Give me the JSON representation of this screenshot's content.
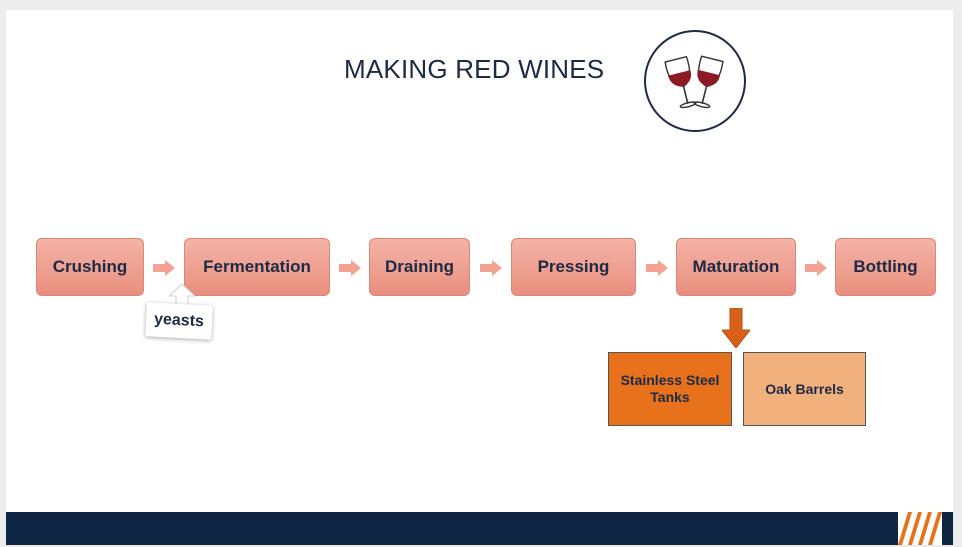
{
  "title": "MAKING RED WINES",
  "steps": [
    {
      "label": "Crushing"
    },
    {
      "label": "Fermentation"
    },
    {
      "label": "Draining"
    },
    {
      "label": "Pressing"
    },
    {
      "label": "Maturation"
    },
    {
      "label": "Bottling"
    }
  ],
  "yeast_note": "yeasts",
  "maturation_options": [
    {
      "label": "Stainless Steel Tanks",
      "color": "#e8721c"
    },
    {
      "label": "Oak Barrels",
      "color": "#f2b07d"
    }
  ],
  "colors": {
    "step_fill": "#ef9f8f",
    "arrow": "#f3a293",
    "navy": "#0f2544",
    "accent": "#e8721c"
  },
  "icons": {
    "badge": "wine-glasses-icon",
    "flow_arrow": "arrow-right-icon",
    "down_arrow": "arrow-down-icon"
  }
}
